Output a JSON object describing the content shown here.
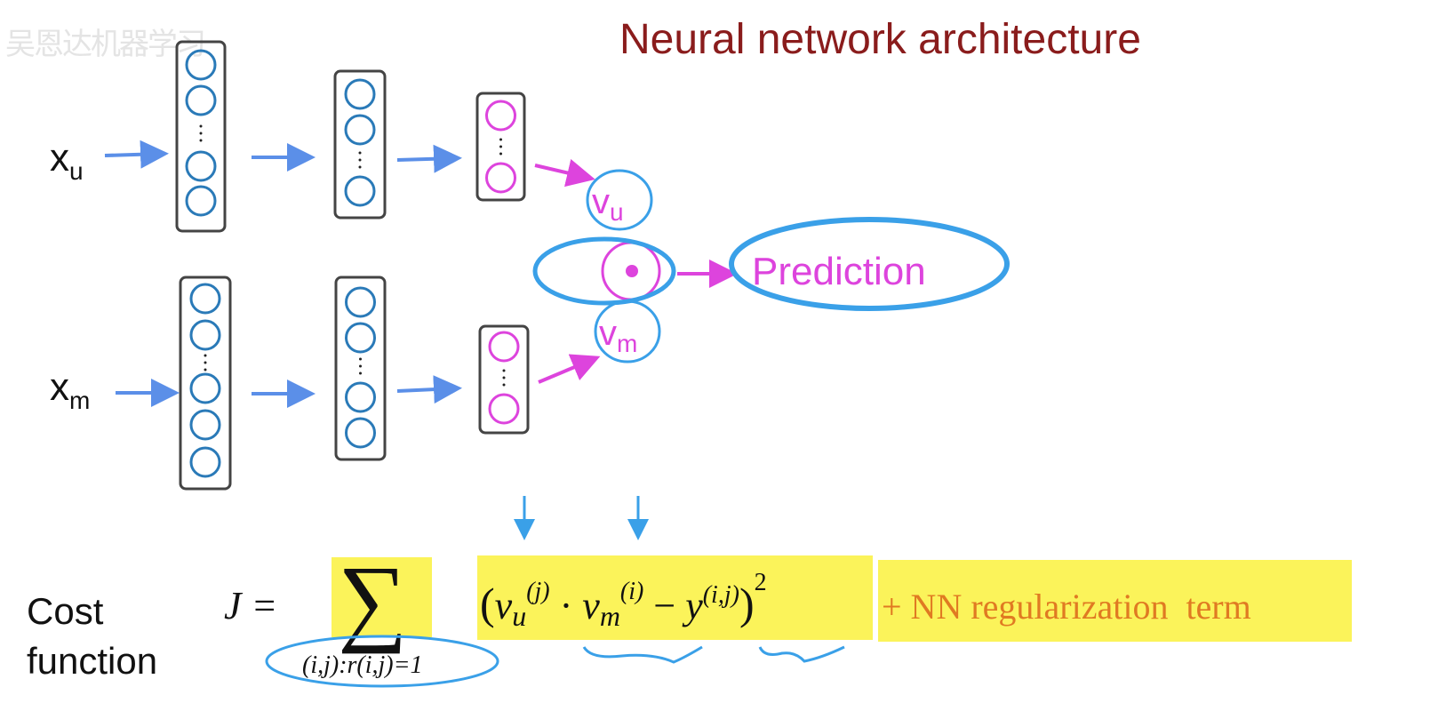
{
  "watermark": "吴恩达机器学习",
  "title": "Neural network architecture",
  "inputs": {
    "user": "x",
    "user_sub": "u",
    "movie": "x",
    "movie_sub": "m"
  },
  "vectors": {
    "vu": "v",
    "vu_sub": "u",
    "vm": "v",
    "vm_sub": "m"
  },
  "prediction": "Prediction",
  "cost": {
    "label_line1": "Cost",
    "label_line2": "function",
    "lhs": "J =",
    "sum": "∑",
    "sum_sub": "(i,j):r(i,j)=1",
    "term": {
      "open": "(",
      "v1": "v",
      "v1_sub": "u",
      "v1_sup": "(j)",
      "dot": " · ",
      "v2": "v",
      "v2_sub": "m",
      "v2_sup": "(i)",
      "minus": " − ",
      "y": "y",
      "y_sup": "(i,j)",
      "close": ")",
      "power": "2"
    },
    "regularization": "+ NN regularization  term"
  },
  "colors": {
    "title": "#8a1c1c",
    "network_blue": "#2a7ab8",
    "arrow_blue": "#5b8fe8",
    "magenta": "#dd44dd",
    "annotation_blue": "#3aa0e8",
    "highlight": "#fbf35a",
    "regularization": "#e07a22",
    "box": "#444444"
  }
}
